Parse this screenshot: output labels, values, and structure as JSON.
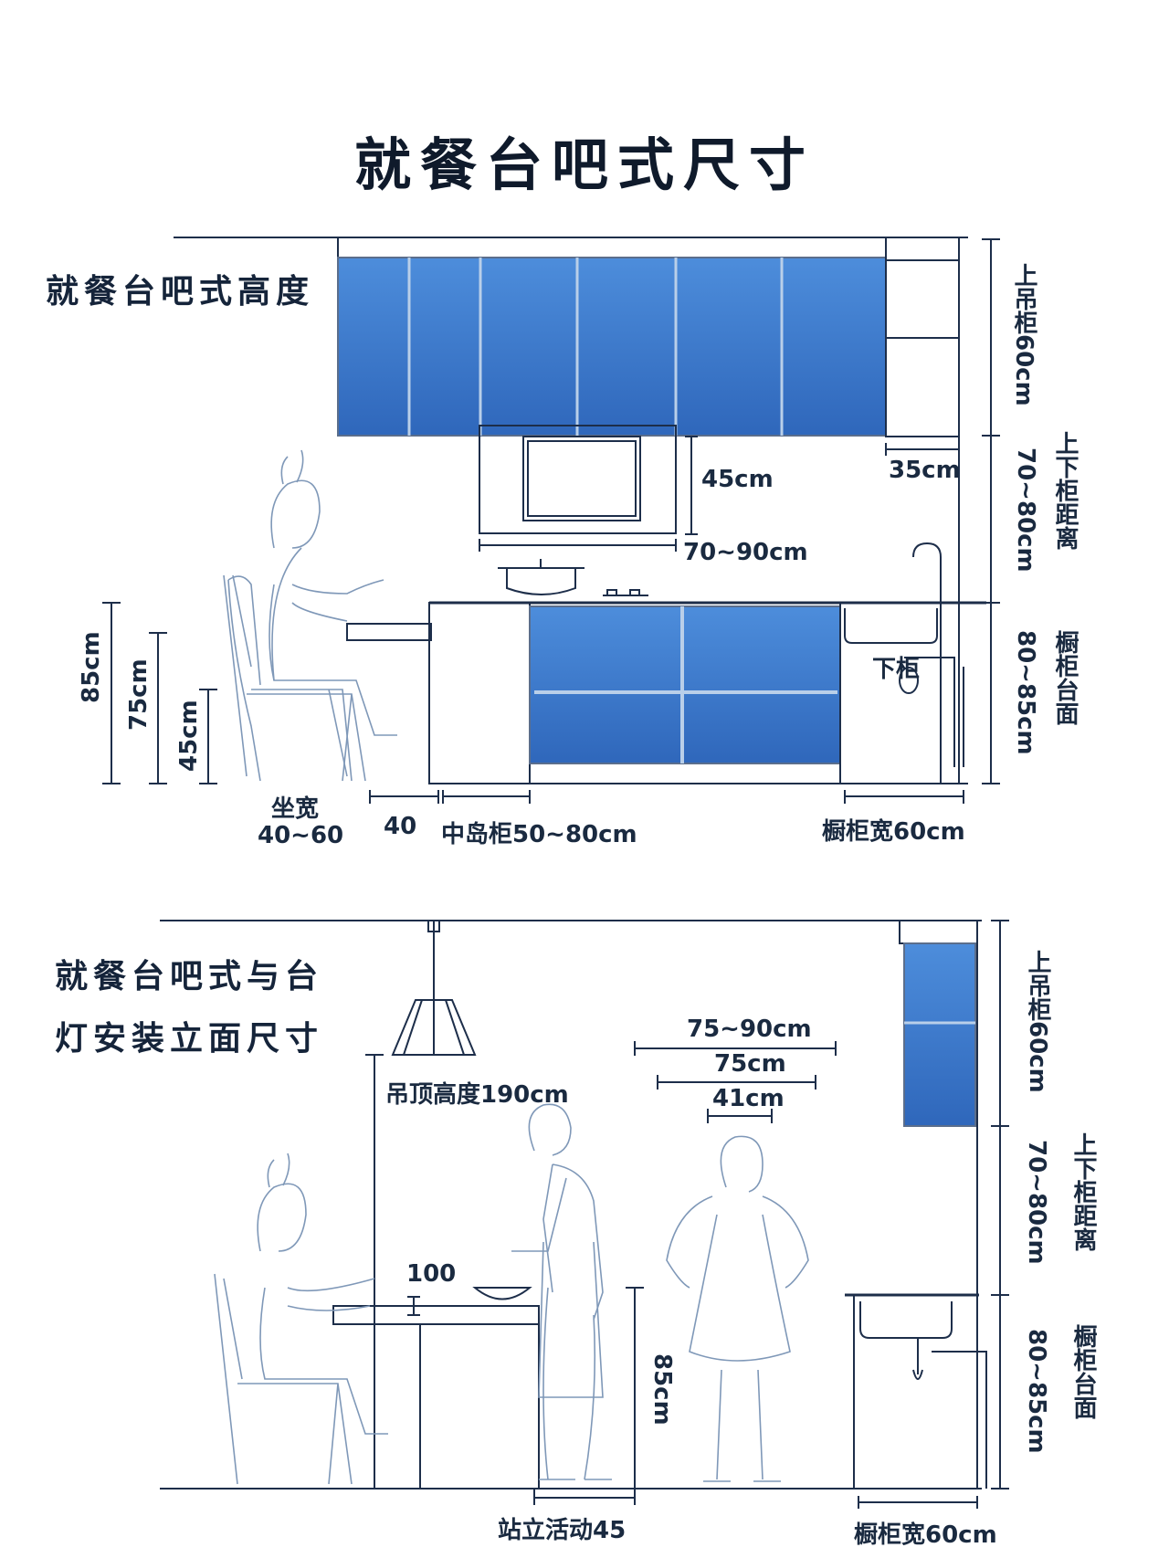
{
  "title": "就餐台吧式尺寸",
  "section1": {
    "heading": "就餐台吧式高度",
    "labels": {
      "upper_cabinet": "上吊柜60cm",
      "cabinet_gap": "上下柜距离",
      "cabinet_gap_value": "70~80cm",
      "counter": "橱柜台面",
      "counter_value": "80~85cm",
      "hood_height": "45cm",
      "hood_width": "70~90cm",
      "upper_depth": "35cm",
      "lower_cabinet": "下柜",
      "h85": "85cm",
      "h75": "75cm",
      "h45": "45cm",
      "seat_width": "坐宽",
      "seat_width_value": "40~60",
      "gap40": "40",
      "island": "中岛柜50~80cm",
      "cabinet_width": "橱柜宽60cm"
    }
  },
  "section2": {
    "heading_line1": "就餐台吧式与台",
    "heading_line2": "灯安装立面尺寸",
    "labels": {
      "ceiling_height": "吊顶高度190cm",
      "w1": "75~90cm",
      "w2": "75cm",
      "w3": "41cm",
      "overhang": "100",
      "h85": "85cm",
      "standing": "站立活动45",
      "upper_cabinet": "上吊柜60cm",
      "cabinet_gap": "上下柜距离",
      "cabinet_gap_value": "70~80cm",
      "counter": "橱柜台面",
      "counter_value": "80~85cm",
      "cabinet_width": "橱柜宽60cm"
    }
  },
  "colors": {
    "cabinet": "#3f7fd0",
    "cabinet_dark": "#2d62b6",
    "line": "#1d2e4a",
    "sketch": "#8fa6c4"
  }
}
